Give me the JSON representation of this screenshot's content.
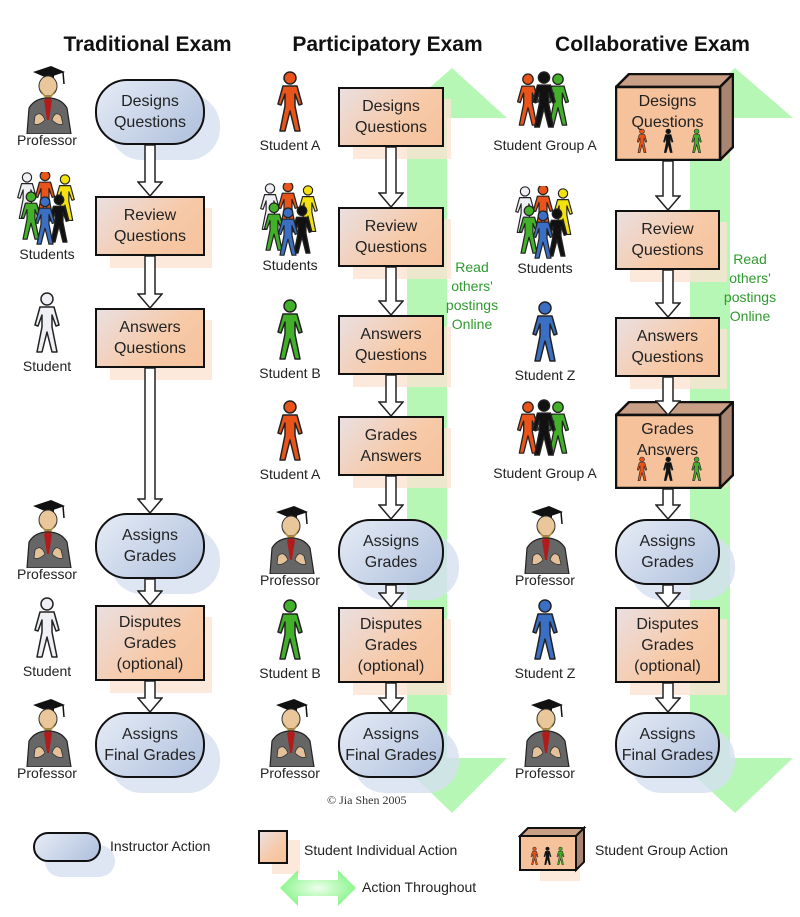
{
  "columns": [
    {
      "title": "Traditional Exam",
      "steps": [
        {
          "action": "Designs Questions",
          "line1": "Designs",
          "line2": "Questions",
          "type": "instructor",
          "actor": "Professor",
          "actor_icon": "professor-icon"
        },
        {
          "action": "Review Questions",
          "line1": "Review",
          "line2": "Questions",
          "type": "student-individual",
          "actor": "Students",
          "actor_icon": "students-group-icon"
        },
        {
          "action": "Answers Questions",
          "line1": "Answers",
          "line2": "Questions",
          "type": "student-individual",
          "actor": "Student",
          "actor_icon": "student-white-icon"
        },
        {
          "action": "Assigns Grades",
          "line1": "Assigns",
          "line2": "Grades",
          "type": "instructor",
          "actor": "Professor",
          "actor_icon": "professor-icon"
        },
        {
          "action": "Disputes Grades (optional)",
          "line1": "Disputes",
          "line2": "Grades",
          "line3": "(optional)",
          "type": "student-individual",
          "actor": "Student",
          "actor_icon": "student-white-icon"
        },
        {
          "action": "Assigns Final Grades",
          "line1": "Assigns",
          "line2": "Final Grades",
          "type": "instructor",
          "actor": "Professor",
          "actor_icon": "professor-icon"
        }
      ]
    },
    {
      "title": "Participatory Exam",
      "steps": [
        {
          "action": "Designs Questions",
          "line1": "Designs",
          "line2": "Questions",
          "type": "student-individual",
          "actor": "Student A",
          "actor_icon": "student-orange-icon"
        },
        {
          "action": "Review Questions",
          "line1": "Review",
          "line2": "Questions",
          "type": "student-individual",
          "actor": "Students",
          "actor_icon": "students-group-icon"
        },
        {
          "action": "Answers Questions",
          "line1": "Answers",
          "line2": "Questions",
          "type": "student-individual",
          "actor": "Student B",
          "actor_icon": "student-green-icon"
        },
        {
          "action": "Grades Answers",
          "line1": "Grades",
          "line2": "Answers",
          "type": "student-individual",
          "actor": "Student A",
          "actor_icon": "student-orange-icon"
        },
        {
          "action": "Assigns Grades",
          "line1": "Assigns",
          "line2": "Grades",
          "type": "instructor",
          "actor": "Professor",
          "actor_icon": "professor-icon"
        },
        {
          "action": "Disputes Grades (optional)",
          "line1": "Disputes",
          "line2": "Grades",
          "line3": "(optional)",
          "type": "student-individual",
          "actor": "Student B",
          "actor_icon": "student-green-icon"
        },
        {
          "action": "Assigns Final Grades",
          "line1": "Assigns",
          "line2": "Final Grades",
          "type": "instructor",
          "actor": "Professor",
          "actor_icon": "professor-icon"
        }
      ],
      "throughout": {
        "line1": "Read",
        "line2": "others'",
        "line3": "postings",
        "line4": "Online"
      }
    },
    {
      "title": "Collaborative Exam",
      "steps": [
        {
          "action": "Designs Questions",
          "line1": "Designs",
          "line2": "Questions",
          "type": "student-group",
          "actor": "Student Group A",
          "actor_icon": "student-group-a-icon"
        },
        {
          "action": "Review Questions",
          "line1": "Review",
          "line2": "Questions",
          "type": "student-individual",
          "actor": "Students",
          "actor_icon": "students-group-icon"
        },
        {
          "action": "Answers Questions",
          "line1": "Answers",
          "line2": "Questions",
          "type": "student-individual",
          "actor": "Student Z",
          "actor_icon": "student-blue-icon"
        },
        {
          "action": "Grades Answers",
          "line1": "Grades",
          "line2": "Answers",
          "type": "student-group",
          "actor": "Student Group A",
          "actor_icon": "student-group-a-icon"
        },
        {
          "action": "Assigns Grades",
          "line1": "Assigns",
          "line2": "Grades",
          "type": "instructor",
          "actor": "Professor",
          "actor_icon": "professor-icon"
        },
        {
          "action": "Disputes Grades (optional)",
          "line1": "Disputes",
          "line2": "Grades",
          "line3": "(optional)",
          "type": "student-individual",
          "actor": "Student Z",
          "actor_icon": "student-blue-icon"
        },
        {
          "action": "Assigns Final Grades",
          "line1": "Assigns",
          "line2": "Final Grades",
          "type": "instructor",
          "actor": "Professor",
          "actor_icon": "professor-icon"
        }
      ],
      "throughout": {
        "line1": "Read",
        "line2": "others'",
        "line3": "postings",
        "line4": "Online"
      }
    }
  ],
  "copyright": "© Jia Shen 2005",
  "legend": {
    "instructor": "Instructor Action",
    "student_individual": "Student Individual Action",
    "student_group": "Student Group Action",
    "throughout": "Action Throughout"
  },
  "colors": {
    "instructor_fill": "#b7c7e2",
    "student_fill": "#f7c9a7",
    "throughout_arrow": "#8ef58e",
    "throughout_text": "#2f9a2f",
    "outline": "#111111",
    "student_orange": "#e8541a",
    "student_green": "#43b02a",
    "student_blue": "#3a6fc4",
    "student_yellow": "#f4e20f",
    "student_black": "#111111",
    "student_white": "#eef0f4"
  }
}
